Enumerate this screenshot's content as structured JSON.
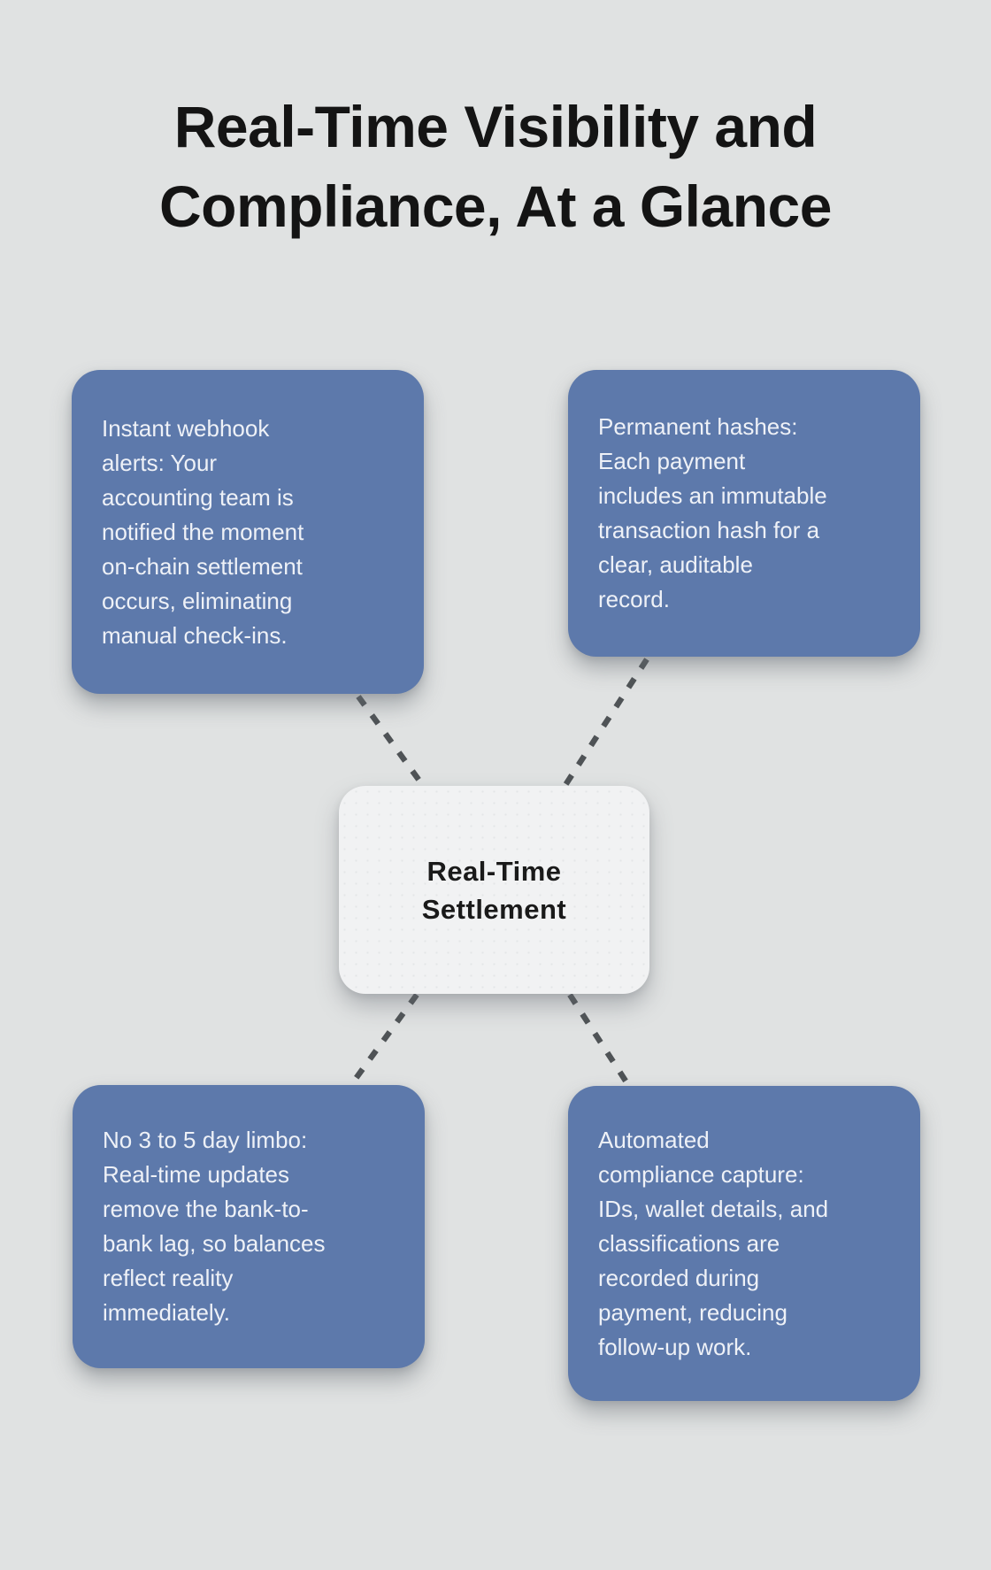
{
  "title": "Real-Time Visibility and\nCompliance, At a Glance",
  "diagram": {
    "center_node": {
      "label": "Real-Time\nSettlement"
    },
    "nodes": [
      {
        "id": "top-left",
        "text": "Instant webhook\nalerts: Your\naccounting team is\nnotified the moment\non-chain settlement\noccurs, eliminating\nmanual check-ins."
      },
      {
        "id": "top-right",
        "text": "Permanent hashes:\nEach payment\nincludes an immutable\ntransaction hash for a\nclear, auditable\nrecord."
      },
      {
        "id": "bottom-left",
        "text": "No 3 to 5 day limbo:\nReal-time updates\nremove the bank-to-\nbank lag, so balances\nreflect reality\nimmediately."
      },
      {
        "id": "bottom-right",
        "text": "Automated\ncompliance capture:\nIDs, wallet details, and\nclassifications are\nrecorded during\npayment, reducing\nfollow-up work."
      }
    ]
  },
  "colors": {
    "background": "#e0e2e2",
    "card_fill": "#5d79ab",
    "card_text": "#eef1f7",
    "center_fill": "#f1f2f3",
    "center_text": "#1a1a1a",
    "title_text": "#141414",
    "connector": "#4f5356"
  }
}
